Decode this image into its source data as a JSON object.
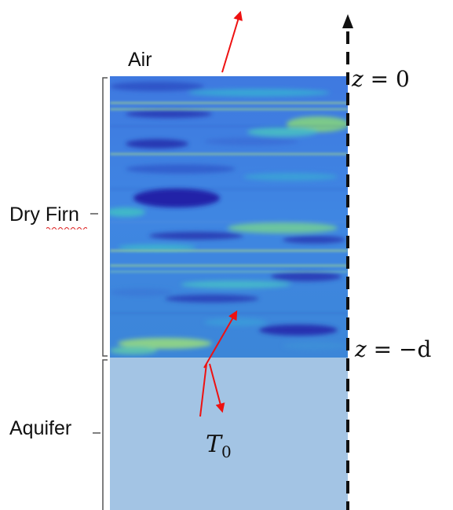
{
  "layers": {
    "air": "Air",
    "dry_firn": "Dry Firn",
    "aquifer": "Aquifer"
  },
  "math": {
    "z_top_lhs": "z",
    "z_top_eq": "= 0",
    "z_bottom_lhs": "z",
    "z_bottom_eq": "= −d",
    "t_symbol": "T",
    "t_subscript": "0"
  },
  "colors": {
    "aquifer_fill": "#a3c4e4",
    "arrow": "#ee1111",
    "axis": "#111111",
    "radargram_base": "#3e7fe0"
  }
}
